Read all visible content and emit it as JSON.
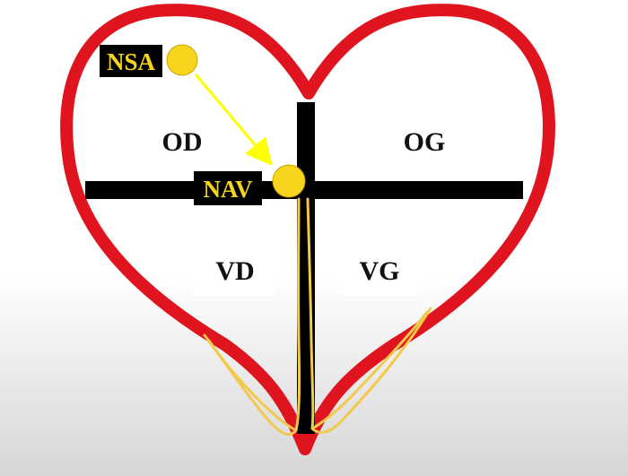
{
  "diagram": {
    "chambers": {
      "right_atrium": "OD",
      "left_atrium": "OG",
      "right_ventricle": "VD",
      "left_ventricle": "VG"
    },
    "nodes": {
      "sinoatrial": "NSA",
      "atrioventricular": "NAV"
    },
    "colors": {
      "heart_outline": "#e0141e",
      "septum": "#000000",
      "node_fill": "#f7d51d",
      "node_label_text": "#f7d51d",
      "node_label_bg": "#000000",
      "conduction_arrow": "#ffff00",
      "conduction_fibers": "#f2c94c"
    }
  }
}
